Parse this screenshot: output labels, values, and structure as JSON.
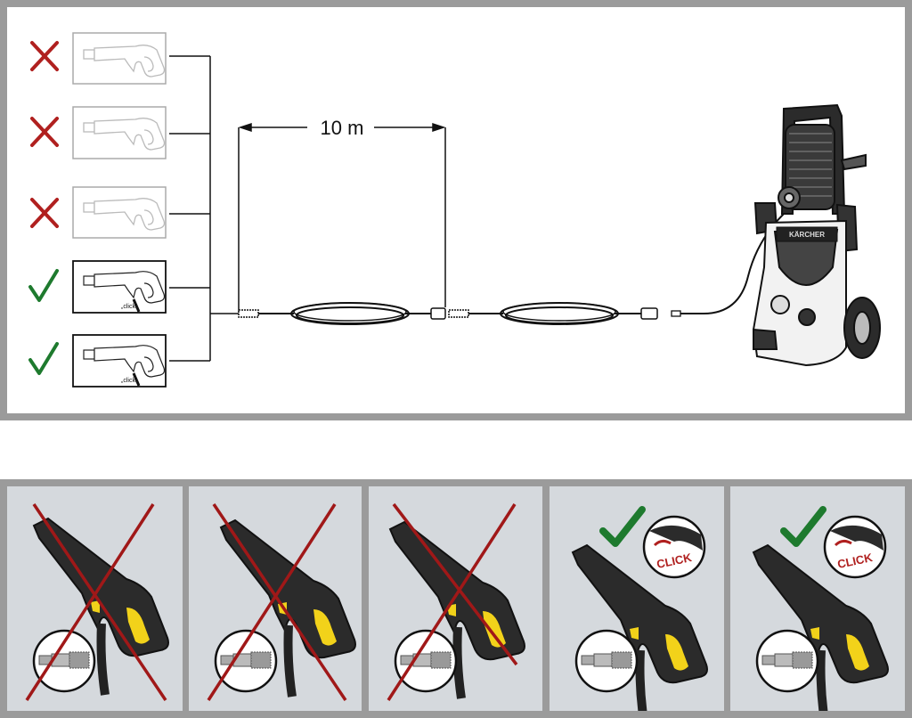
{
  "diagram": {
    "dimension_label": "10 m",
    "gun_options": [
      {
        "status": "incompatible",
        "label": ""
      },
      {
        "status": "incompatible",
        "label": ""
      },
      {
        "status": "incompatible",
        "label": ""
      },
      {
        "status": "compatible",
        "label": "„click“"
      },
      {
        "status": "compatible",
        "label": "„click“"
      }
    ],
    "machine_brand_logo": "KÄRCHER"
  },
  "panels": [
    {
      "status": "incompatible",
      "label": ""
    },
    {
      "status": "incompatible",
      "label": ""
    },
    {
      "status": "incompatible",
      "label": ""
    },
    {
      "status": "compatible",
      "label": "CLICK"
    },
    {
      "status": "compatible",
      "label": "CLICK"
    }
  ],
  "colors": {
    "cross": "#b0201f",
    "check": "#1e7a2e",
    "trigger": "#f2d21a",
    "frame": "#9b9b9b",
    "panel_bg": "#d5d9dd"
  }
}
